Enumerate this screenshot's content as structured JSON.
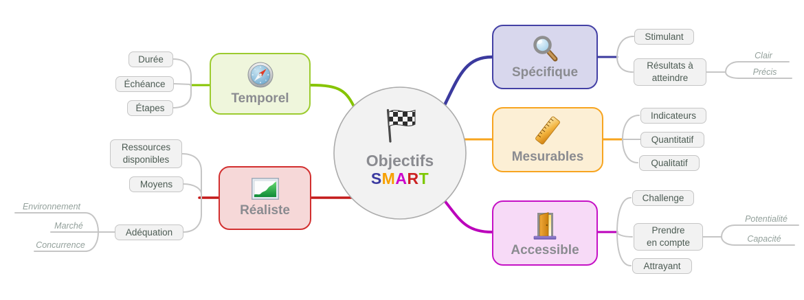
{
  "center": {
    "title": "Objectifs",
    "acronym": "SMART",
    "icon": "checkered-flag",
    "smart": [
      {
        "letter": "S",
        "color": "#3B3AA0"
      },
      {
        "letter": "M",
        "color": "#F7A000"
      },
      {
        "letter": "A",
        "color": "#CC00CC"
      },
      {
        "letter": "R",
        "color": "#CC2222"
      },
      {
        "letter": "T",
        "color": "#7EC800"
      }
    ]
  },
  "branches": [
    {
      "label": "Spécifique",
      "icon": "magnifier",
      "side": "right",
      "border_color": "#4340A5",
      "fill_color": "#D8D7ED",
      "line_color": "#3B3A9E",
      "children": [
        {
          "label": "Stimulant"
        },
        {
          "label": "Résultats à\natteindre",
          "children": [
            {
              "label": "Clair"
            },
            {
              "label": "Précis"
            }
          ]
        }
      ]
    },
    {
      "label": "Mesurables",
      "icon": "ruler",
      "side": "right",
      "border_color": "#F7A41F",
      "fill_color": "#FCEFD5",
      "line_color": "#F7A41F",
      "children": [
        {
          "label": "Indicateurs"
        },
        {
          "label": "Quantitatif"
        },
        {
          "label": "Qualitatif"
        }
      ]
    },
    {
      "label": "Accessible",
      "icon": "open-door",
      "side": "right",
      "border_color": "#C511C5",
      "fill_color": "#F7DAF7",
      "line_color": "#BB00BB",
      "children": [
        {
          "label": "Challenge"
        },
        {
          "label": "Prendre\nen compte",
          "children": [
            {
              "label": "Potentialité"
            },
            {
              "label": "Capacité"
            }
          ]
        },
        {
          "label": "Attrayant"
        }
      ]
    },
    {
      "label": "Réaliste",
      "icon": "growth-chart",
      "side": "left",
      "border_color": "#D22F2F",
      "fill_color": "#F6D8D8",
      "line_color": "#C41A1A",
      "children": [
        {
          "label": "Ressources\ndisponibles"
        },
        {
          "label": "Moyens"
        },
        {
          "label": "Adéquation",
          "children": [
            {
              "label": "Environnement"
            },
            {
              "label": "Marché"
            },
            {
              "label": "Concurrence"
            }
          ]
        }
      ]
    },
    {
      "label": "Temporel",
      "icon": "compass",
      "side": "left",
      "border_color": "#9CCB2F",
      "fill_color": "#EFF6DC",
      "line_color": "#86C400",
      "children": [
        {
          "label": "Durée"
        },
        {
          "label": "Échéance"
        },
        {
          "label": "Étapes"
        }
      ]
    }
  ]
}
